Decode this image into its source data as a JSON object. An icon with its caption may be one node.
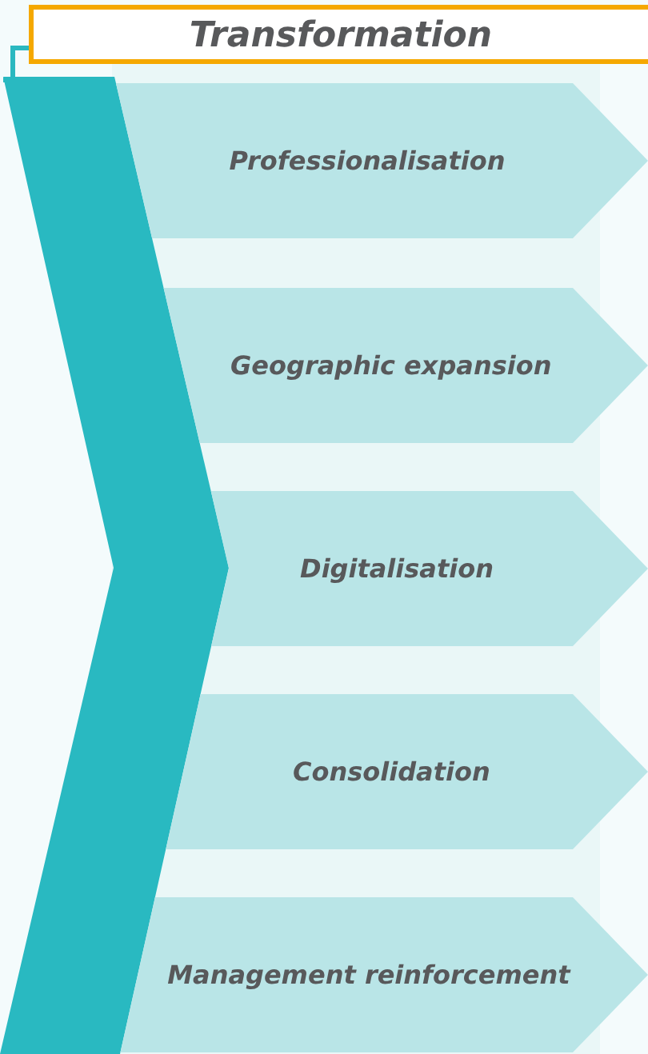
{
  "diagram": {
    "nodes": [
      {
        "text": [
          "Transformation"
        ]
      },
      {
        "text": [
          "Professionalisation"
        ]
      },
      {
        "text": [
          "Geographic expansion"
        ]
      },
      {
        "text": [
          "Digitalisation"
        ]
      },
      {
        "text": [
          "Consolidation"
        ]
      },
      {
        "text": [
          "Management reinforcement"
        ]
      }
    ]
  }
}
